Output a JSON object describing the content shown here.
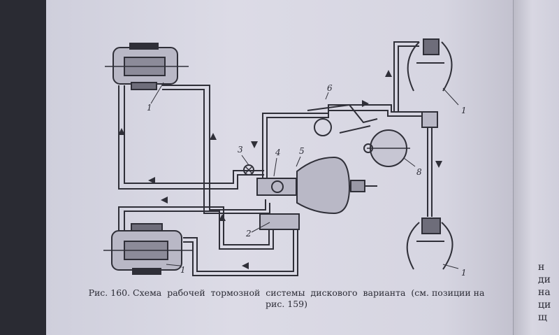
{
  "figure": {
    "caption_line1": "Рис. 160. Схема  рабочей  тормозной  системы  дискового  варианта  (см. позиции на",
    "caption_line2": "рис. 159)",
    "labels": [
      "1",
      "1",
      "1",
      "1",
      "2",
      "3",
      "4",
      "5",
      "6",
      "8"
    ]
  },
  "next_page": {
    "fragments": [
      "н",
      "ди",
      "на",
      "ци",
      "щ"
    ]
  }
}
